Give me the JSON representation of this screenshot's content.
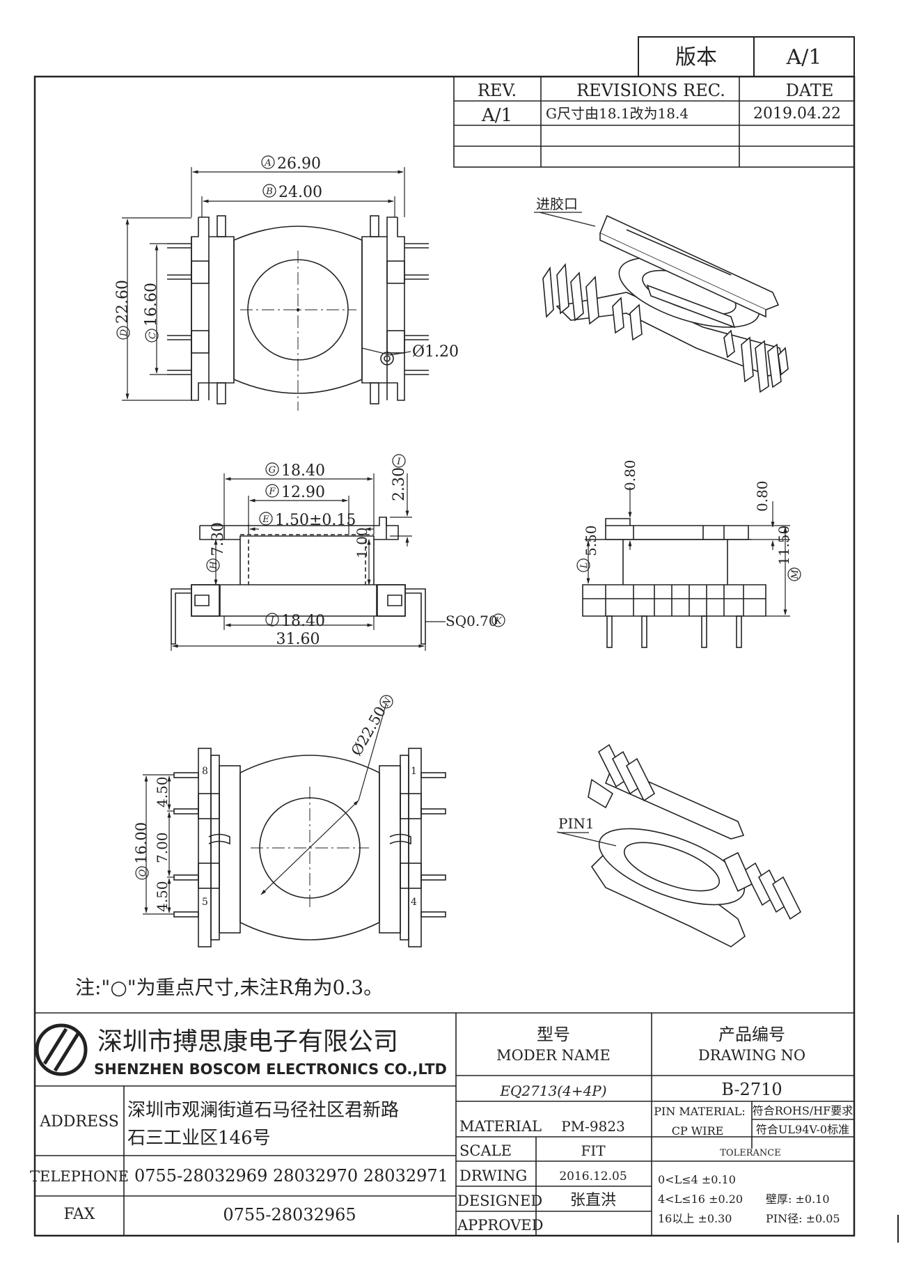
{
  "version_box": {
    "label": "版本",
    "value": "A/1"
  },
  "revisions": {
    "headers": [
      "REV.",
      "REVISIONS REC.",
      "DATE"
    ],
    "rows": [
      {
        "rev": "A/1",
        "rec": "G尺寸由18.1改为18.4",
        "date": "2019.04.22"
      }
    ]
  },
  "top_view": {
    "dim_A": "26.90",
    "dim_B": "24.00",
    "dim_D": "22.60",
    "dim_C": "16.60",
    "hole": "Ø1.20",
    "letters": {
      "A": "A",
      "B": "B",
      "C": "C",
      "D": "D"
    }
  },
  "iso_top": {
    "gate_label": "进胶口"
  },
  "front_view": {
    "dim_G": "18.40",
    "dim_F": "12.90",
    "dim_E": "1.50±0.15",
    "dim_I": "2.30",
    "dim_100": "1.00",
    "dim_H": "7.30",
    "dim_J": "18.40",
    "dim_total": "31.60",
    "dim_K": "SQ0.70",
    "letters": {
      "G": "G",
      "F": "F",
      "E": "E",
      "I": "I",
      "H": "H",
      "J": "J",
      "K": "K"
    }
  },
  "side_view": {
    "dim_080a": "0.80",
    "dim_080b": "0.80",
    "dim_L": "5.50",
    "dim_M": "11.50",
    "letters": {
      "L": "L",
      "M": "M"
    }
  },
  "bottom_view": {
    "dim_N": "Ø22.50",
    "dim_O": "16.00",
    "dim_450a": "4.50",
    "dim_700": "7.00",
    "dim_450b": "4.50",
    "pins": [
      "8",
      "5",
      "1",
      "4"
    ],
    "letters": {
      "N": "N",
      "O": "O"
    }
  },
  "iso_bottom": {
    "pin1_label": "PIN1"
  },
  "note": "注:\"○\"为重点尺寸,未注R角为0.3。",
  "company": {
    "name_cn": "深圳市搏思康电子有限公司",
    "name_en": "SHENZHEN BOSCOM ELECTRONICS CO.,LTD",
    "address_label": "ADDRESS",
    "address_line1": "深圳市观澜街道石马径社区君新路",
    "address_line2": "石三工业区146号",
    "telephone_label": "TELEPHONE",
    "telephone": "0755-28032969 28032970 28032971",
    "fax_label": "FAX",
    "fax": "0755-28032965"
  },
  "title_block": {
    "model_cn": "型号",
    "model_en": "MODER NAME",
    "model_value": "EQ2713(4+4P)",
    "drawing_cn": "产品编号",
    "drawing_en": "DRAWING NO",
    "drawing_value": "B-2710",
    "material_label": "MATERIAL",
    "material_value": "PM-9823",
    "scale_label": "SCALE",
    "scale_value": "FIT",
    "drawing_label": "DRWING",
    "drawing_date": "2016.12.05",
    "designed_label": "DESIGNED",
    "designed_value": "张直洪",
    "approved_label": "APPROVED",
    "approved_value": "",
    "pin_material_label": "PIN MATERIAL:",
    "pin_material_value": "CP WIRE",
    "rohs": "符合ROHS/HF要求",
    "ul": "符合UL94V-0标准",
    "tolerance_label": "TOLERANCE",
    "tol1": "0<L≤4  ±0.10",
    "tol2": "4<L≤16  ±0.20",
    "tol3": "16以上    ±0.30",
    "wall": "壁厚:  ±0.10",
    "pin_dia": "PIN径: ±0.05"
  }
}
